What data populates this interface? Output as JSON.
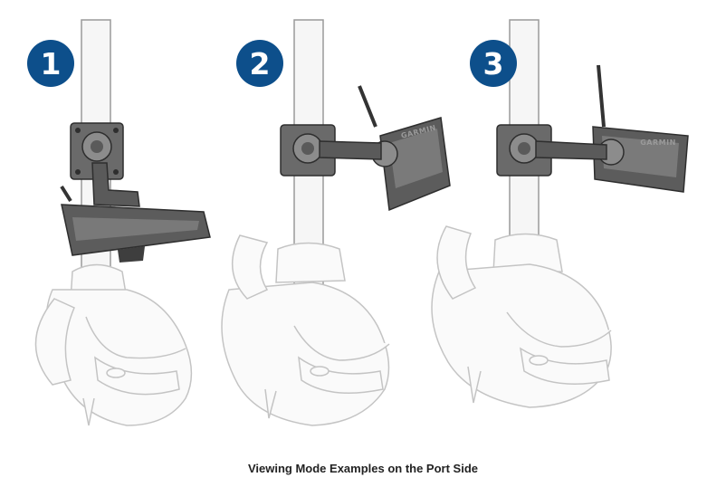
{
  "caption": "Viewing Mode Examples on the Port Side",
  "badge_color": "#0d4f8b",
  "illustrations": [
    {
      "number": "1",
      "mode": "down",
      "brand": ""
    },
    {
      "number": "2",
      "mode": "forward",
      "brand": "GARMIN"
    },
    {
      "number": "3",
      "mode": "perspective",
      "brand": "GARMIN"
    }
  ]
}
